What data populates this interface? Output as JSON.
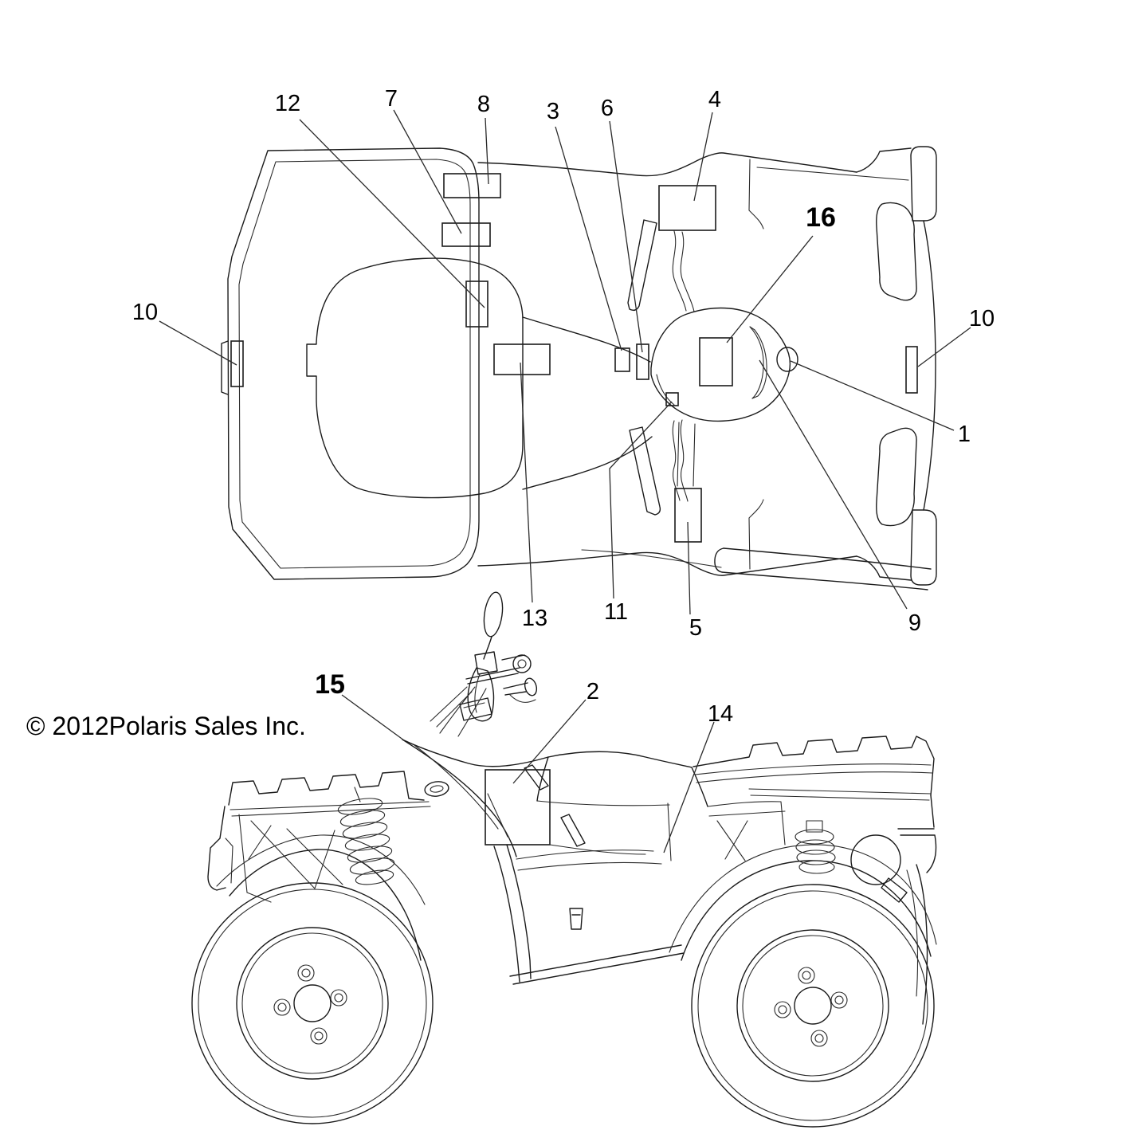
{
  "page": {
    "background_color": "#ffffff",
    "line_color": "#1b1b1b"
  },
  "copyright": "© 2012Polaris Sales Inc.",
  "callouts": {
    "1": "1",
    "2": "2",
    "3": "3",
    "4": "4",
    "5": "5",
    "6": "6",
    "7": "7",
    "8": "8",
    "9": "9",
    "10": "10",
    "11": "11",
    "12": "12",
    "13": "13",
    "14": "14",
    "15": "15",
    "16": "16"
  }
}
